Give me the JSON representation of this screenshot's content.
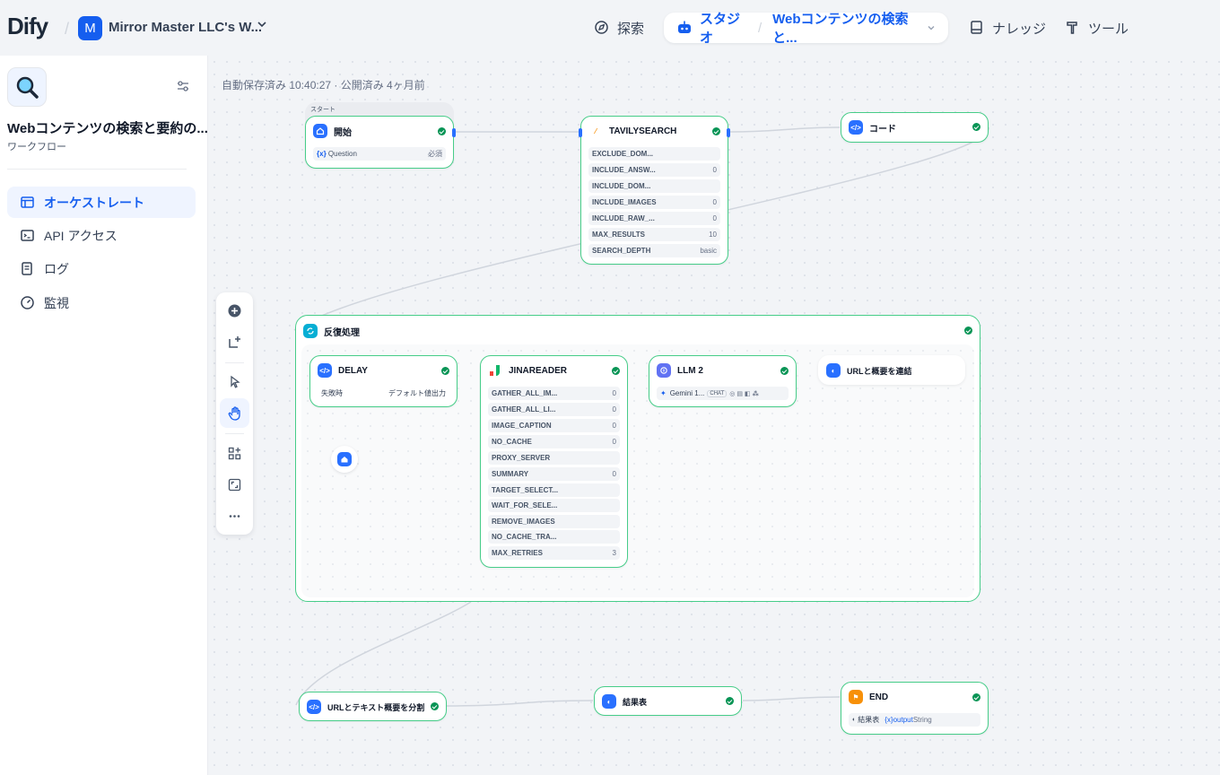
{
  "header": {
    "logo": "Dify",
    "workspace_initial": "M",
    "workspace_name": "Mirror Master LLC's W...",
    "nav_explore": "探索",
    "nav_studio": "スタジオ",
    "nav_current_app": "Webコンテンツの検索と...",
    "nav_knowledge": "ナレッジ",
    "nav_tools": "ツール"
  },
  "sidebar": {
    "app_title": "Webコンテンツの検索と要約の...",
    "app_type": "ワークフロー",
    "items": [
      {
        "label": "オーケストレート",
        "icon": "layout-icon",
        "active": true
      },
      {
        "label": "API アクセス",
        "icon": "terminal-icon",
        "active": false
      },
      {
        "label": "ログ",
        "icon": "file-list-icon",
        "active": false
      },
      {
        "label": "監視",
        "icon": "gauge-icon",
        "active": false
      }
    ]
  },
  "canvas": {
    "autosave": "自動保存済み 10:40:27 · 公開済み 4ヶ月前"
  },
  "nodes": {
    "start": {
      "group_label": "スタート",
      "title": "開始",
      "var_prefix": "{x}",
      "var_name": "Question",
      "var_req": "必須"
    },
    "tavily": {
      "title": "TAVILYSEARCH",
      "rows": [
        {
          "k": "EXCLUDE_DOM...",
          "v": ""
        },
        {
          "k": "INCLUDE_ANSW...",
          "v": "0"
        },
        {
          "k": "INCLUDE_DOM...",
          "v": ""
        },
        {
          "k": "INCLUDE_IMAGES",
          "v": "0"
        },
        {
          "k": "INCLUDE_RAW_...",
          "v": "0"
        },
        {
          "k": "MAX_RESULTS",
          "v": "10"
        },
        {
          "k": "SEARCH_DEPTH",
          "v": "basic"
        }
      ]
    },
    "code": {
      "title": "コード"
    },
    "iteration": {
      "title": "反復処理"
    },
    "delay": {
      "title": "DELAY",
      "row_k": "失敗時",
      "row_v": "デフォルト値出力"
    },
    "jina": {
      "title": "JINAREADER",
      "rows": [
        {
          "k": "GATHER_ALL_IM...",
          "v": "0"
        },
        {
          "k": "GATHER_ALL_LI...",
          "v": "0"
        },
        {
          "k": "IMAGE_CAPTION",
          "v": "0"
        },
        {
          "k": "NO_CACHE",
          "v": "0"
        },
        {
          "k": "PROXY_SERVER",
          "v": ""
        },
        {
          "k": "SUMMARY",
          "v": "0"
        },
        {
          "k": "TARGET_SELECT...",
          "v": ""
        },
        {
          "k": "WAIT_FOR_SELE...",
          "v": ""
        },
        {
          "k": "REMOVE_IMAGES",
          "v": ""
        },
        {
          "k": "NO_CACHE_TRA...",
          "v": ""
        },
        {
          "k": "MAX_RETRIES",
          "v": "3"
        }
      ]
    },
    "llm": {
      "title": "LLM 2",
      "model": "Gemini 1...",
      "mode": "CHAT"
    },
    "concat": {
      "title": "URLと概要を連結"
    },
    "split": {
      "title": "URLとテキスト概要を分割"
    },
    "result": {
      "title": "結果表"
    },
    "end": {
      "title": "END",
      "out_node": "結果表",
      "out_var": "{x}output",
      "out_type": "String"
    }
  },
  "colors": {
    "accent": "#155eef",
    "node_border": "#47cd89",
    "success": "#079455"
  }
}
